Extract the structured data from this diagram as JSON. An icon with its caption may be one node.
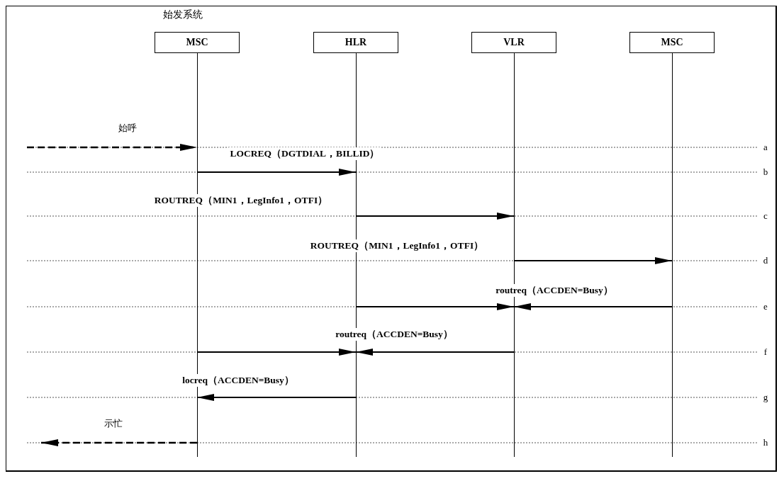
{
  "diagram": {
    "nodes": [
      {
        "text": [
          "MSC"
        ],
        "beside": [
          "始发系统"
        ]
      },
      {
        "text": [
          "HLR"
        ]
      },
      {
        "text": [
          "VLR"
        ]
      },
      {
        "text": [
          "MSC"
        ]
      }
    ],
    "edges": [
      {
        "from": null,
        "to": 0,
        "arrow": "to",
        "style": "dashed",
        "label": "始呼"
      },
      {
        "from": 0,
        "to": 1,
        "arrow": "to",
        "label": "LOCREQ（DGTDIAL，BILLID）"
      },
      {
        "from": 1,
        "to": 2,
        "arrow": "to",
        "label": "ROUTREQ（MIN1，LegInfo1，OTFI）"
      },
      {
        "from": 2,
        "to": 3,
        "arrow": "to",
        "label": "ROUTREQ（MIN1，LegInfo1，OTFI）"
      },
      {
        "from": 1,
        "to": 2,
        "arrow": "to"
      },
      {
        "from": 3,
        "to": 2,
        "arrow": "to",
        "label": "routreq（ACCDEN=Busy）"
      },
      {
        "from": 0,
        "to": 1,
        "arrow": "to"
      },
      {
        "from": 2,
        "to": 1,
        "arrow": "to",
        "label": "routreq（ACCDEN=Busy）"
      },
      {
        "from": 1,
        "to": 0,
        "arrow": "to",
        "label": "locreq（ACCDEN=Busy）"
      },
      {
        "from": 0,
        "to": null,
        "arrow": "to",
        "style": "dashed",
        "label": "示忙"
      }
    ],
    "labels": [
      "a",
      "b",
      "c",
      "d",
      "e",
      "f",
      "g",
      "h"
    ]
  }
}
